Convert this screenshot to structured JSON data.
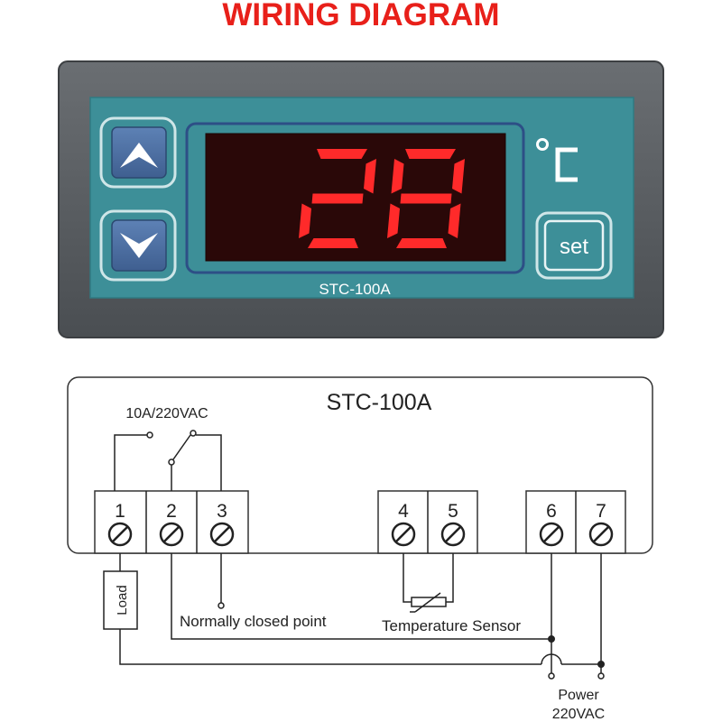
{
  "title": "WIRING  DIAGRAM",
  "device": {
    "display_value": "28",
    "unit": "°C",
    "set_label": "set",
    "model": "STC-100A",
    "up_icon": "arrow-up-icon",
    "down_icon": "arrow-down-icon",
    "colors": {
      "bezel": "#55595d",
      "panel": "#3d8f98",
      "display_bg": "#2a0808",
      "segment": "#ff2a2a",
      "button": "#4b6ea1"
    }
  },
  "schematic": {
    "model": "STC-100A",
    "relay_rating": "10A/220VAC",
    "terminals": [
      "1",
      "2",
      "3",
      "4",
      "5",
      "6",
      "7"
    ],
    "load_label": "Load",
    "nc_label": "Normally closed point",
    "sensor_label": "Temperature Sensor",
    "power_label_1": "Power",
    "power_label_2": "220VAC"
  }
}
